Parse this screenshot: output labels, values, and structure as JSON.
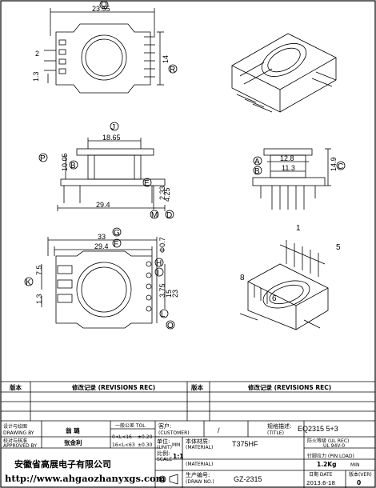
{
  "drawing": {
    "top_view": {
      "width_dim": "23.55",
      "height_dim": "14",
      "pitch_dim": "2",
      "pin_dim": "1.3",
      "callouts": [
        "Q",
        "R"
      ]
    },
    "front_view": {
      "width_dim": "18.65",
      "height_dim": "10.05",
      "base_dim": "29.4",
      "pin_len_dim": "2.33",
      "pin_len_dim2": "4.25",
      "callouts": [
        "J",
        "P",
        "B",
        "E",
        "M",
        "D"
      ]
    },
    "side_view": {
      "dim_a": "12.8",
      "dim_b": "11.3",
      "height_dim": "14.9",
      "callouts": [
        "A",
        "B",
        "C"
      ]
    },
    "bottom_view": {
      "outer_dim": "33",
      "inner_dim": "29.4",
      "pin_dia": "Φ0.7",
      "dim_75": "7.5",
      "dim_13": "1.3",
      "dim_375": "3.75",
      "dim_15": "15",
      "dim_23": "23",
      "callouts": [
        "G",
        "F",
        "H",
        "I",
        "K",
        "L",
        "O"
      ]
    },
    "iso_pins": [
      "1",
      "5",
      "8",
      "6"
    ]
  },
  "revisions": {
    "col_version": "版本",
    "col_record": "修改记录 (REVISIONS REC)",
    "col_version2": "版本",
    "col_record2": "修改记录 (REVISIONS REC)"
  },
  "title_block": {
    "designer_label": "设计与绘图",
    "designer_en": "DRAWING BY",
    "designer_name": "翁  璐",
    "checker_label": "校对与核准",
    "checker_en": "APPROVED BY",
    "checker_name": "张金利",
    "tol_label": "一般公差 TOL",
    "tol_row1_range": "0<L<16",
    "tol_row1_val": "±0.20",
    "tol_row2_range": "16<L<63",
    "tol_row2_val": "±0.30",
    "customer_label": "客户:",
    "customer_en": "(CUSTOMER)",
    "customer_value": "/",
    "spec_label": "规格描述:",
    "spec_en": "(TITLE)",
    "spec_value": "EQ2315   5+3",
    "unit_label": "单位:",
    "unit_en": "(UNIT)",
    "unit_value": "MM",
    "material_label": "本体材质:",
    "material_en": "(MATERIAL)",
    "material_value": "T375HF",
    "fire_label": "防火等级 (UL REC)",
    "fire_value": "UL 94V-0",
    "scale_label": "比例:",
    "scale_en": "SCALE",
    "scale_value": "1:1",
    "material2_en": "(MATERIAL)",
    "pin_load_label": "针脚拉力 (PIN LOAD)",
    "pin_load_value": "1.2Kg",
    "pin_load_unit": "MIN",
    "drawing_no_label": "生产编号:",
    "drawing_no_en": "(DRAW NO.)",
    "drawing_no_value": "GZ-2315",
    "date_label": "日期 DATE",
    "date_value": "2013.6-18",
    "version_label": "版本(VER)",
    "version_value": "0",
    "company": "安徽省高展电子有限公司",
    "url": "http://www.ahgaozhanyxgs.com"
  }
}
